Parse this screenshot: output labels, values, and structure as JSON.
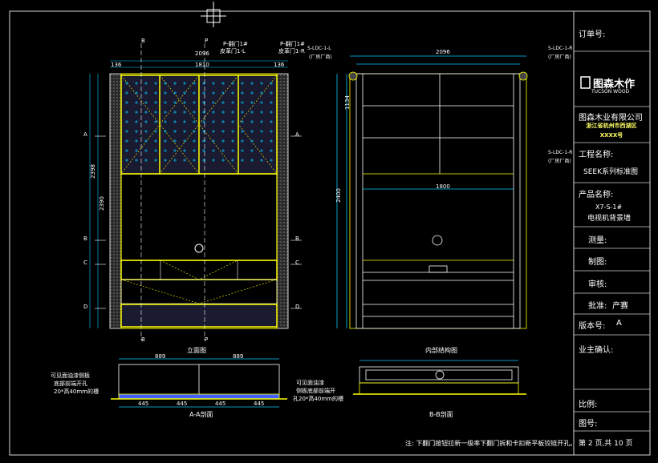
{
  "title_block": {
    "order_no_label": "订单号:",
    "brand_cn": "图森木作",
    "brand_en": "TUCSON WOOD",
    "company": "图森木业有限公司",
    "address_line1": "浙江省杭州市西湖区",
    "address_line2": "XXXX号",
    "project_label": "工程名称:",
    "project_value": "SEEK系列标准图",
    "product_label": "产品名称:",
    "product_code": "X7-S-1#",
    "product_name": "电视机背景墙",
    "measure_label": "测量:",
    "draw_label": "制图:",
    "review_label": "审核:",
    "approve_label": "批准:",
    "approve_value": "产赛",
    "version_label": "版本号:",
    "version_value": "A",
    "owner_label": "业主确认:",
    "scale_label": "比例:",
    "drawing_no_label": "图号:",
    "page_label": "第 2 页,共 10 页"
  },
  "views": {
    "front_caption": "立面图",
    "inner_caption": "内部结构图",
    "aa_caption": "A-A剖面",
    "bb_caption": "B-B剖面"
  },
  "callouts": {
    "door_left": "P-翻门1#",
    "door_left_2": "皮革门1-L",
    "door_right": "P-翻门1#",
    "door_right_2": "皮革门1-R",
    "inner_left": "S-LDC-1-L",
    "inner_left_2": "(厂房厂商)",
    "inner_right": "S-LDC-1-R",
    "inner_right_2": "(厂房厂商)",
    "inner_mid": "S-LDC-1-R",
    "inner_mid_2": "(厂房厂商)",
    "aa_left_1": "可见面油漆侧板",
    "aa_left_2": "底部前端开孔",
    "aa_left_3": "20*高40mm的槽",
    "aa_right_1": "可见面油漆",
    "aa_right_2": "侧板底部前端开",
    "aa_right_3": "孔20*高40mm的槽"
  },
  "section_marks": {
    "a": "A",
    "b": "B",
    "c": "C",
    "d": "D",
    "p": "P"
  },
  "dimensions": {
    "front_total": "2096",
    "front_inner": "1810",
    "front_left": "136",
    "front_right": "136",
    "front_height": "2398",
    "front_sub": "2390",
    "inner_total": "2096",
    "inner_h": "2400",
    "inner_top": "1134",
    "inner_shelf": "1800",
    "aa_w1": "889",
    "aa_w2": "889",
    "aa_b1": "445",
    "aa_b2": "445",
    "aa_b3": "445",
    "aa_b4": "445"
  },
  "note": "注: 下翻门按钮拉新一级率下翻门拆和卡扣新平板铰链开孔。",
  "colors": {
    "line": "#ffffff",
    "yellow": "#ffff00",
    "cyan": "#00c8ff",
    "panel": "#1a1a30",
    "blue": "#4060ff"
  }
}
